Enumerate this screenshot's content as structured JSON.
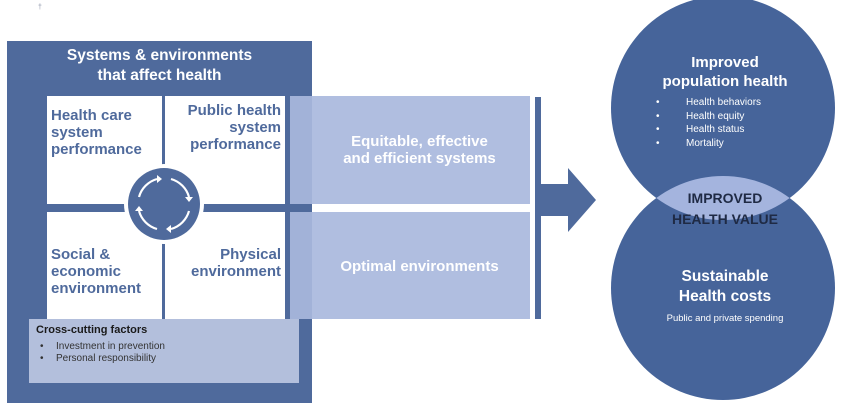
{
  "systems": {
    "title_line1": "Systems & environments",
    "title_line2": "that affect health"
  },
  "quadrants": {
    "health_care": [
      "Health care",
      "system",
      "performance"
    ],
    "public_health": [
      "Public health",
      "system",
      "performance"
    ],
    "social": [
      "Social &",
      "economic",
      "environment"
    ],
    "physical": [
      "Physical",
      "environment"
    ]
  },
  "cross_cutting": {
    "title": "Cross-cutting factors",
    "items": [
      "Investment in prevention",
      "Personal responsibility"
    ]
  },
  "band": {
    "top_line1": "Equitable, effective",
    "top_line2": "and efficient systems",
    "bottom": "Optimal environments"
  },
  "outcomes": {
    "population_line1": "Improved",
    "population_line2": "population health",
    "population_items": [
      "Health behaviors",
      "Health equity",
      "Health status",
      "Mortality"
    ],
    "value_line1": "IMPROVED",
    "value_line2": "HEALTH VALUE",
    "costs_line1": "Sustainable",
    "costs_line2": "Health costs",
    "costs_sub": "Public and private spending"
  },
  "colors": {
    "dark_blue": "#4f6a9c",
    "light_blue": "#a9b8dd",
    "circle_blue": "#46649a",
    "overlap": "#a4b4de"
  }
}
